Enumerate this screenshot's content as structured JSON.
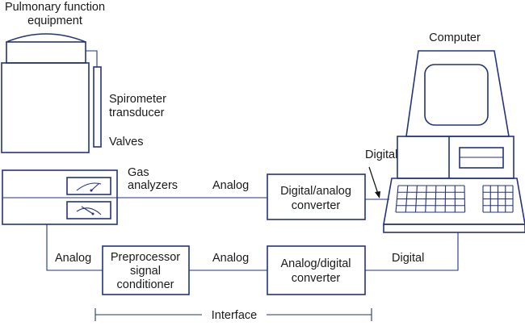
{
  "labels": {
    "title_line1": "Pulmonary function",
    "title_line2": "equipment",
    "spirometer_line1": "Spirometer",
    "spirometer_line2": "transducer",
    "valves": "Valves",
    "gas_line1": "Gas",
    "gas_line2": "analyzers",
    "computer": "Computer",
    "digital_top": "Digital",
    "analog_top": "Analog",
    "analog_left": "Analog",
    "analog_mid": "Analog",
    "digital_bottom": "Digital",
    "interface": "Interface"
  },
  "boxes": {
    "da_line1": "Digital/analog",
    "da_line2": "converter",
    "ad_line1": "Analog/digital",
    "ad_line2": "converter",
    "pre_line1": "Preprocessor",
    "pre_line2": "signal",
    "pre_line3": "conditioner"
  },
  "colors": {
    "line": "#23337e"
  }
}
